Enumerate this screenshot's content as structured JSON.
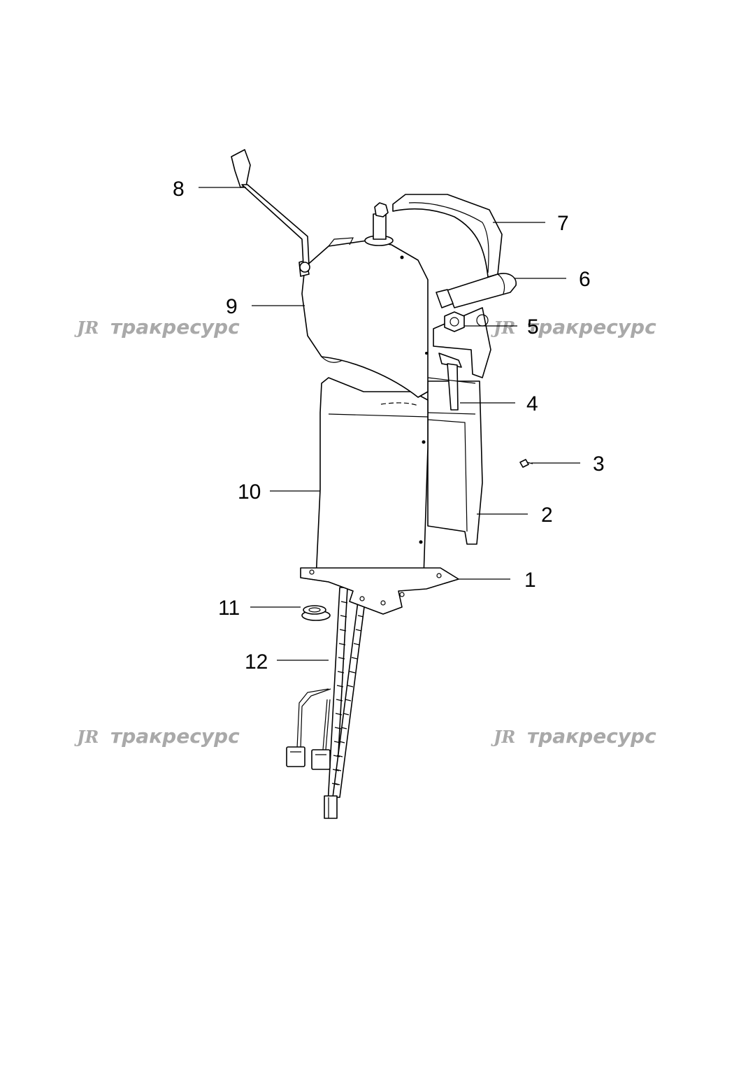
{
  "watermark": {
    "logo": "JR",
    "text": "тракресурс",
    "color": "#a9a9a9"
  },
  "callouts": [
    {
      "id": "1",
      "label": "1"
    },
    {
      "id": "2",
      "label": "2"
    },
    {
      "id": "3",
      "label": "3"
    },
    {
      "id": "4",
      "label": "4"
    },
    {
      "id": "5",
      "label": "5"
    },
    {
      "id": "6",
      "label": "6"
    },
    {
      "id": "7",
      "label": "7"
    },
    {
      "id": "8",
      "label": "8"
    },
    {
      "id": "9",
      "label": "9"
    },
    {
      "id": "10",
      "label": "10"
    },
    {
      "id": "11",
      "label": "11"
    },
    {
      "id": "12",
      "label": "12"
    }
  ]
}
